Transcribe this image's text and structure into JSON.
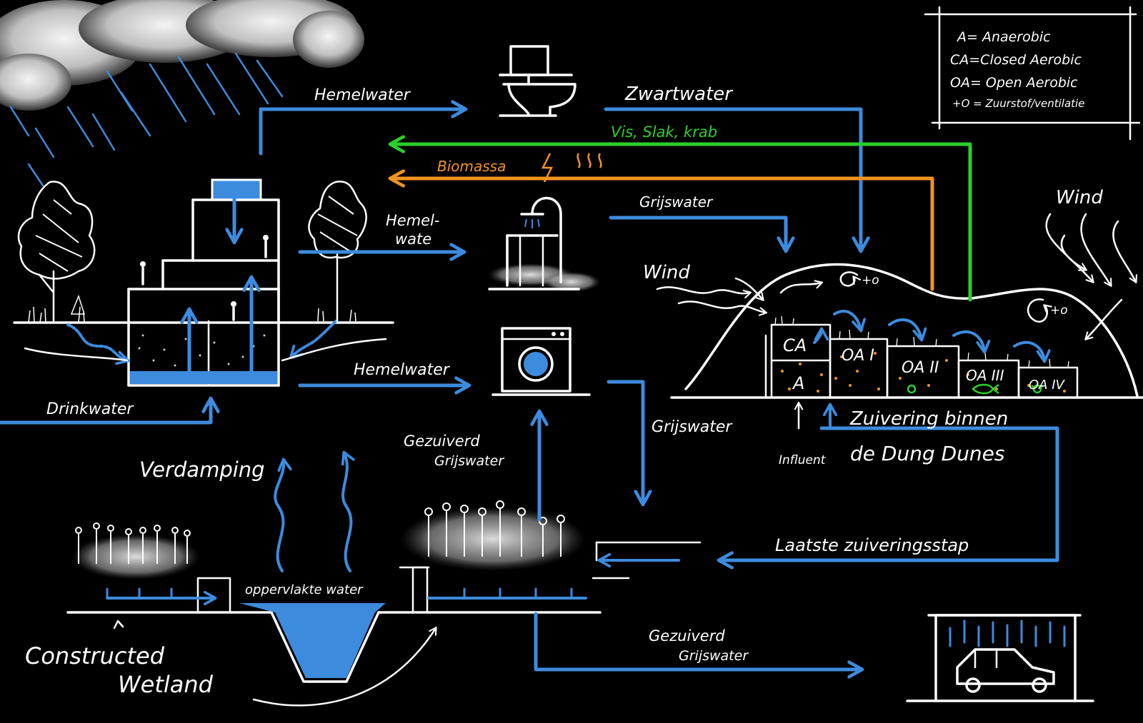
{
  "legend": {
    "lines": [
      "A= Anaerobic",
      "CA=Closed Aerobic",
      "OA= Open Aerobic",
      "+O = Zuurstof/ventilatie"
    ]
  },
  "flows": {
    "hemelwater_top": "Hemelwater",
    "zwartwater": "Zwartwater",
    "vis_slak_krab": "Vis, Slak, krab",
    "biomassa": "Biomassa",
    "grijswater_top": "Grijswater",
    "hemel_wate_line1": "Hemel-",
    "hemel_wate_line2": "wate",
    "hemelwater_mid": "Hemelwater",
    "drinkwater": "Drinkwater",
    "grijswater_mid": "Grijswater",
    "gezuiverd_grijswater_1_line1": "Gezuiverd",
    "gezuiverd_grijswater_1_line2": "Grijswater",
    "gezuiverd_grijswater_2_line1": "Gezuiverd",
    "gezuiverd_grijswater_2_line2": "Grijswater",
    "laatste_zuiveringsstap": "Laatste zuiveringsstap",
    "oppervlakte_water": "oppervlakte water",
    "verdamping": "Verdamping"
  },
  "dunes": {
    "wind_left": "Wind",
    "wind_right": "Wind",
    "ventilation_label": "+o",
    "ventilation_label_2": "+o",
    "compartments": [
      "CA",
      "A",
      "OA I",
      "OA II",
      "OA III",
      "OA IV"
    ],
    "influent": "Influent",
    "zuivering_line1": "Zuivering binnen",
    "zuivering_line2": "de Dung Dunes"
  },
  "wetland": {
    "label_line1": "Constructed",
    "label_line2": "Wetland"
  },
  "colors": {
    "background": "#000000",
    "water_flow": "#3d8bdd",
    "fauna_flow": "#2ad02a",
    "biomass_flow": "#f2941f",
    "sketch": "#ffffff"
  },
  "icons": [
    "cloud-icon",
    "rain-icon",
    "tree-icon",
    "toilet-icon",
    "shower-icon",
    "washing-machine-icon",
    "car-icon",
    "house-icon",
    "reeds-icon"
  ]
}
